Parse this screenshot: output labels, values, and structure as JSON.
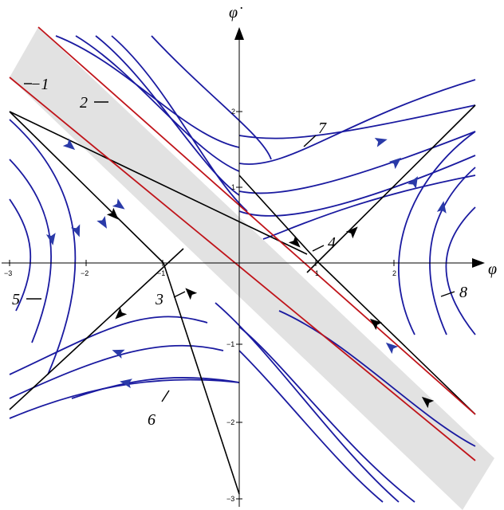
{
  "figure": {
    "x_axis_label": "φ",
    "y_axis_label": "φ̇",
    "x_ticks": [
      "−3",
      "−2",
      "−1",
      "1",
      "2"
    ],
    "y_ticks": [
      "2",
      "1",
      "−1",
      "−2",
      "−3"
    ],
    "region_labels": [
      "−1",
      "2",
      "3",
      "4",
      "5",
      "6",
      "7",
      "8"
    ],
    "colors": {
      "trajectory": "#1a1aa0",
      "arrow": "#2a3aa8",
      "separatrix": "#000000",
      "boundary": "#c0141a",
      "band": "#e2e2e2"
    }
  }
}
